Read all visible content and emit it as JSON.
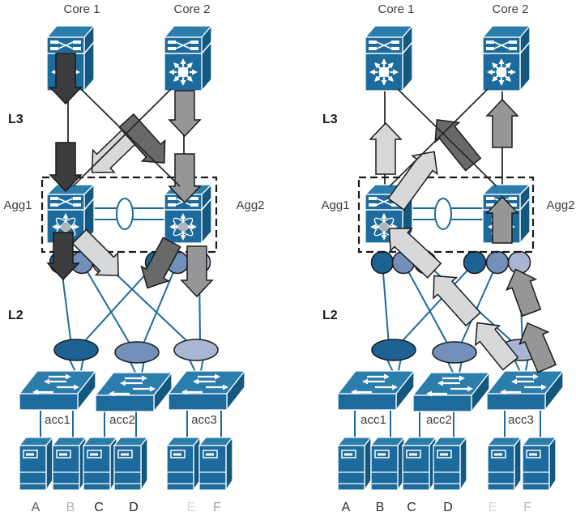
{
  "palette": {
    "switch_blue_front": "#1c6b9c",
    "switch_blue_top": "#2b7dac",
    "switch_blue_side": "#14577f",
    "link_blue": "#1c6b9c",
    "link_dark": "#2b2b2b",
    "vlan_dark": "#1c6292",
    "vlan_mid": "#7390ba",
    "vlan_light": "#a9b6d3",
    "arrow_black": "#3b3d3f",
    "arrow_dark_gray": "#67696b",
    "arrow_mid_gray": "#949698",
    "arrow_light_gray": "#d7d8d9"
  },
  "panels": [
    {
      "core1": "Core 1",
      "core2": "Core 2",
      "l3": "L3",
      "l2": "L2",
      "agg1": "Agg1",
      "agg2": "Agg2",
      "acc1": "acc1",
      "acc2": "acc2",
      "acc3": "acc3",
      "servers": [
        {
          "label": "A",
          "shade": "#57585a"
        },
        {
          "label": "B",
          "shade": "#b3b4b6"
        },
        {
          "label": "C",
          "shade": "#242424"
        },
        {
          "label": "D",
          "shade": "#242424"
        },
        {
          "label": "E",
          "shade": "#d8d9da"
        },
        {
          "label": "F",
          "shade": "#9da0a2"
        }
      ]
    },
    {
      "core1": "Core 1",
      "core2": "Core 2",
      "l3": "L3",
      "l2": "L2",
      "agg1": "Agg1",
      "agg2": "Agg2",
      "acc1": "acc1",
      "acc2": "acc2",
      "acc3": "acc3",
      "servers": [
        {
          "label": "A",
          "shade": "#2b2b2b"
        },
        {
          "label": "B",
          "shade": "#2b2b2b"
        },
        {
          "label": "C",
          "shade": "#2b2b2b"
        },
        {
          "label": "D",
          "shade": "#2b2b2b"
        },
        {
          "label": "E",
          "shade": "#d6d7d8"
        },
        {
          "label": "F",
          "shade": "#b2b5b7"
        }
      ]
    }
  ]
}
